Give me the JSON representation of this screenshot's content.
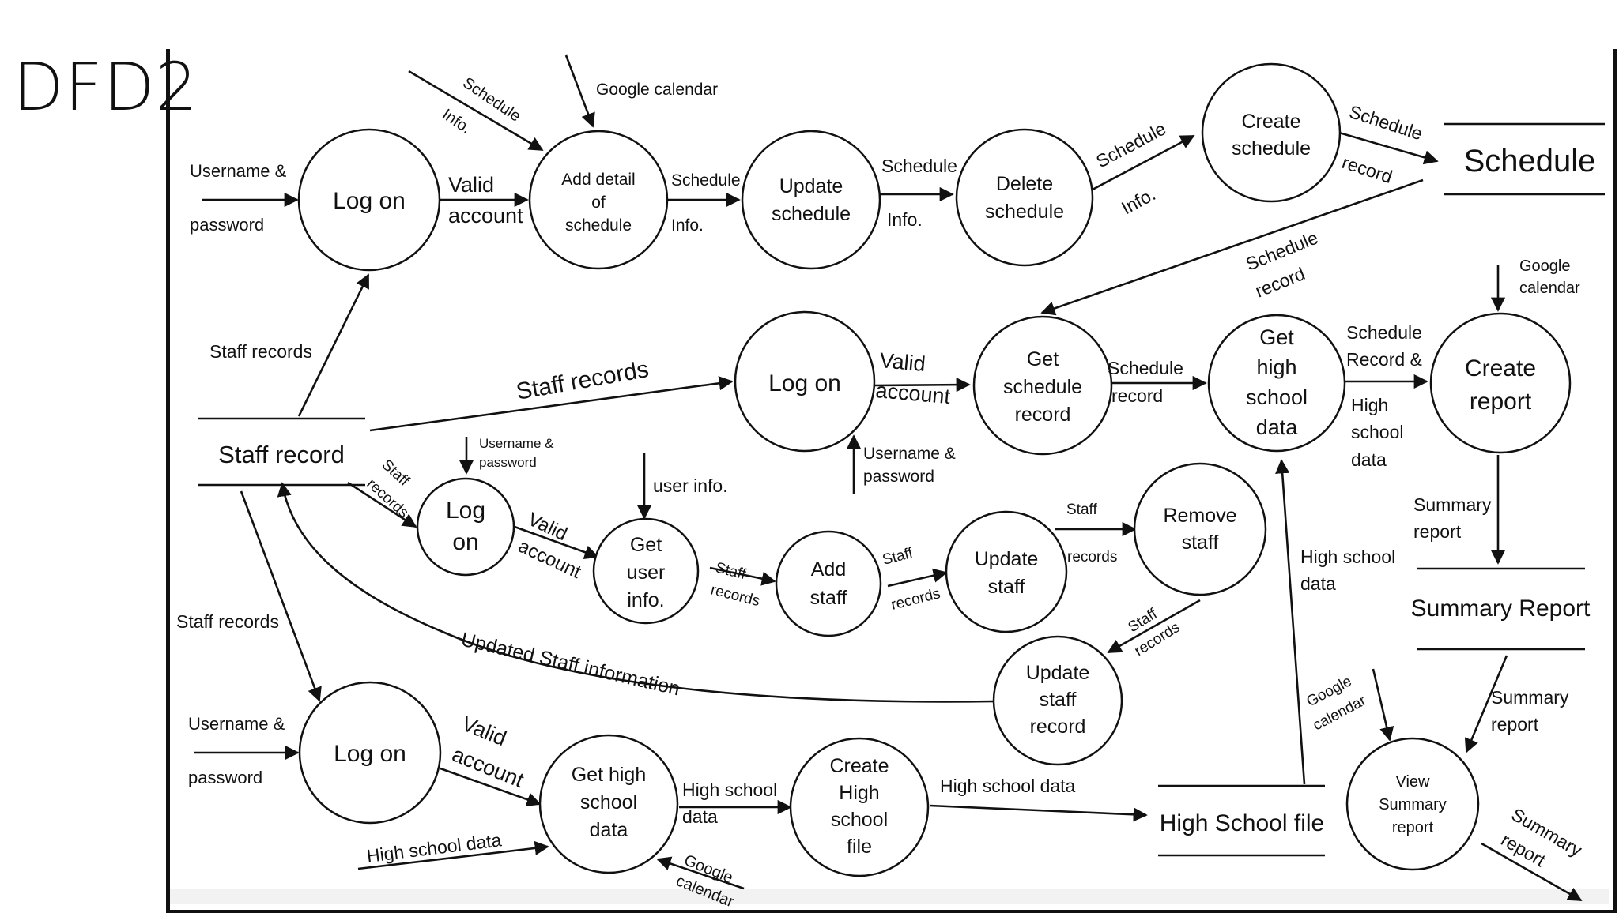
{
  "title": "DFD2",
  "processes": {
    "logon_top": [
      "Log on"
    ],
    "add_detail": [
      "Add detail",
      "of",
      "schedule"
    ],
    "update_schedule": [
      "Update",
      "schedule"
    ],
    "delete_schedule": [
      "Delete",
      "schedule"
    ],
    "create_schedule": [
      "Create",
      "schedule"
    ],
    "logon_mid": [
      "Log on"
    ],
    "get_schedule_record": [
      "Get",
      "schedule",
      "record"
    ],
    "get_high_school_data": [
      "Get",
      "high",
      "school",
      "data"
    ],
    "create_report": [
      "Create",
      "report"
    ],
    "logon_small": [
      "Log",
      "on"
    ],
    "get_user_info": [
      "Get",
      "user",
      "info."
    ],
    "add_staff": [
      "Add",
      "staff"
    ],
    "update_staff": [
      "Update",
      "staff"
    ],
    "remove_staff": [
      "Remove",
      "staff"
    ],
    "update_staff_record": [
      "Update",
      "staff",
      "record"
    ],
    "logon_bottom": [
      "Log on"
    ],
    "get_high_school_data_b": [
      "Get high",
      "school",
      "data"
    ],
    "create_high_school_file": [
      "Create",
      "High",
      "school",
      "file"
    ],
    "view_summary_report": [
      "View",
      "Summary",
      "report"
    ]
  },
  "stores": {
    "schedule": "Schedule",
    "staff_record": "Staff record",
    "summary_report": "Summary Report",
    "high_school_file": "High School file"
  },
  "flows": {
    "username_password_1": [
      "Username &",
      "password"
    ],
    "schedule_info_in": [
      "Schedule",
      "Info."
    ],
    "google_calendar_1": "Google calendar",
    "valid_account_1": [
      "Valid",
      "account"
    ],
    "schedule_info_2": [
      "Schedule",
      "Info."
    ],
    "schedule_info_3": [
      "Schedule",
      "Info."
    ],
    "schedule_info_4": [
      "Schedule",
      "Info."
    ],
    "schedule_record_1": [
      "Schedule",
      "record"
    ],
    "schedule_record_2": [
      "Schedule",
      "record"
    ],
    "staff_records_1": "Staff records",
    "staff_records_2": "Staff records",
    "valid_account_2": [
      "Valid",
      "account"
    ],
    "username_password_2": [
      "Username &",
      "password"
    ],
    "schedule_record_3": [
      "Schedule",
      "record"
    ],
    "schedule_record_hs": [
      "Schedule",
      "Record &"
    ],
    "high_school_data_1": [
      "High",
      "school",
      "data"
    ],
    "google_calendar_2": [
      "Google",
      "calendar"
    ],
    "summary_report_1": [
      "Summary",
      "report"
    ],
    "username_password_3": [
      "Username &",
      "password"
    ],
    "staff_records_3": [
      "Staff",
      "records"
    ],
    "user_info": "user info.",
    "valid_account_3": [
      "Valid",
      "account"
    ],
    "staff_records_4": [
      "Staff",
      "records"
    ],
    "staff_records_5": [
      "Staff",
      "records"
    ],
    "staff_records_6": [
      "Staff",
      "records"
    ],
    "staff_records_7": [
      "Staff",
      "records"
    ],
    "high_school_data_2": [
      "High school",
      "data"
    ],
    "updated_staff_information": "Updated Staff information",
    "staff_records_8": "Staff records",
    "username_password_4": [
      "Username &",
      "password"
    ],
    "valid_account_4": [
      "Valid",
      "account"
    ],
    "high_school_data_3": "High school data",
    "high_school_data_4": [
      "High school",
      "data"
    ],
    "google_calendar_3": [
      "Google",
      "calendar"
    ],
    "high_school_data_5": "High school data",
    "google_calendar_4": [
      "Google",
      "calendar"
    ],
    "summary_report_2": [
      "Summary",
      "report"
    ],
    "summary_report_3": [
      "Summary",
      "report"
    ]
  }
}
